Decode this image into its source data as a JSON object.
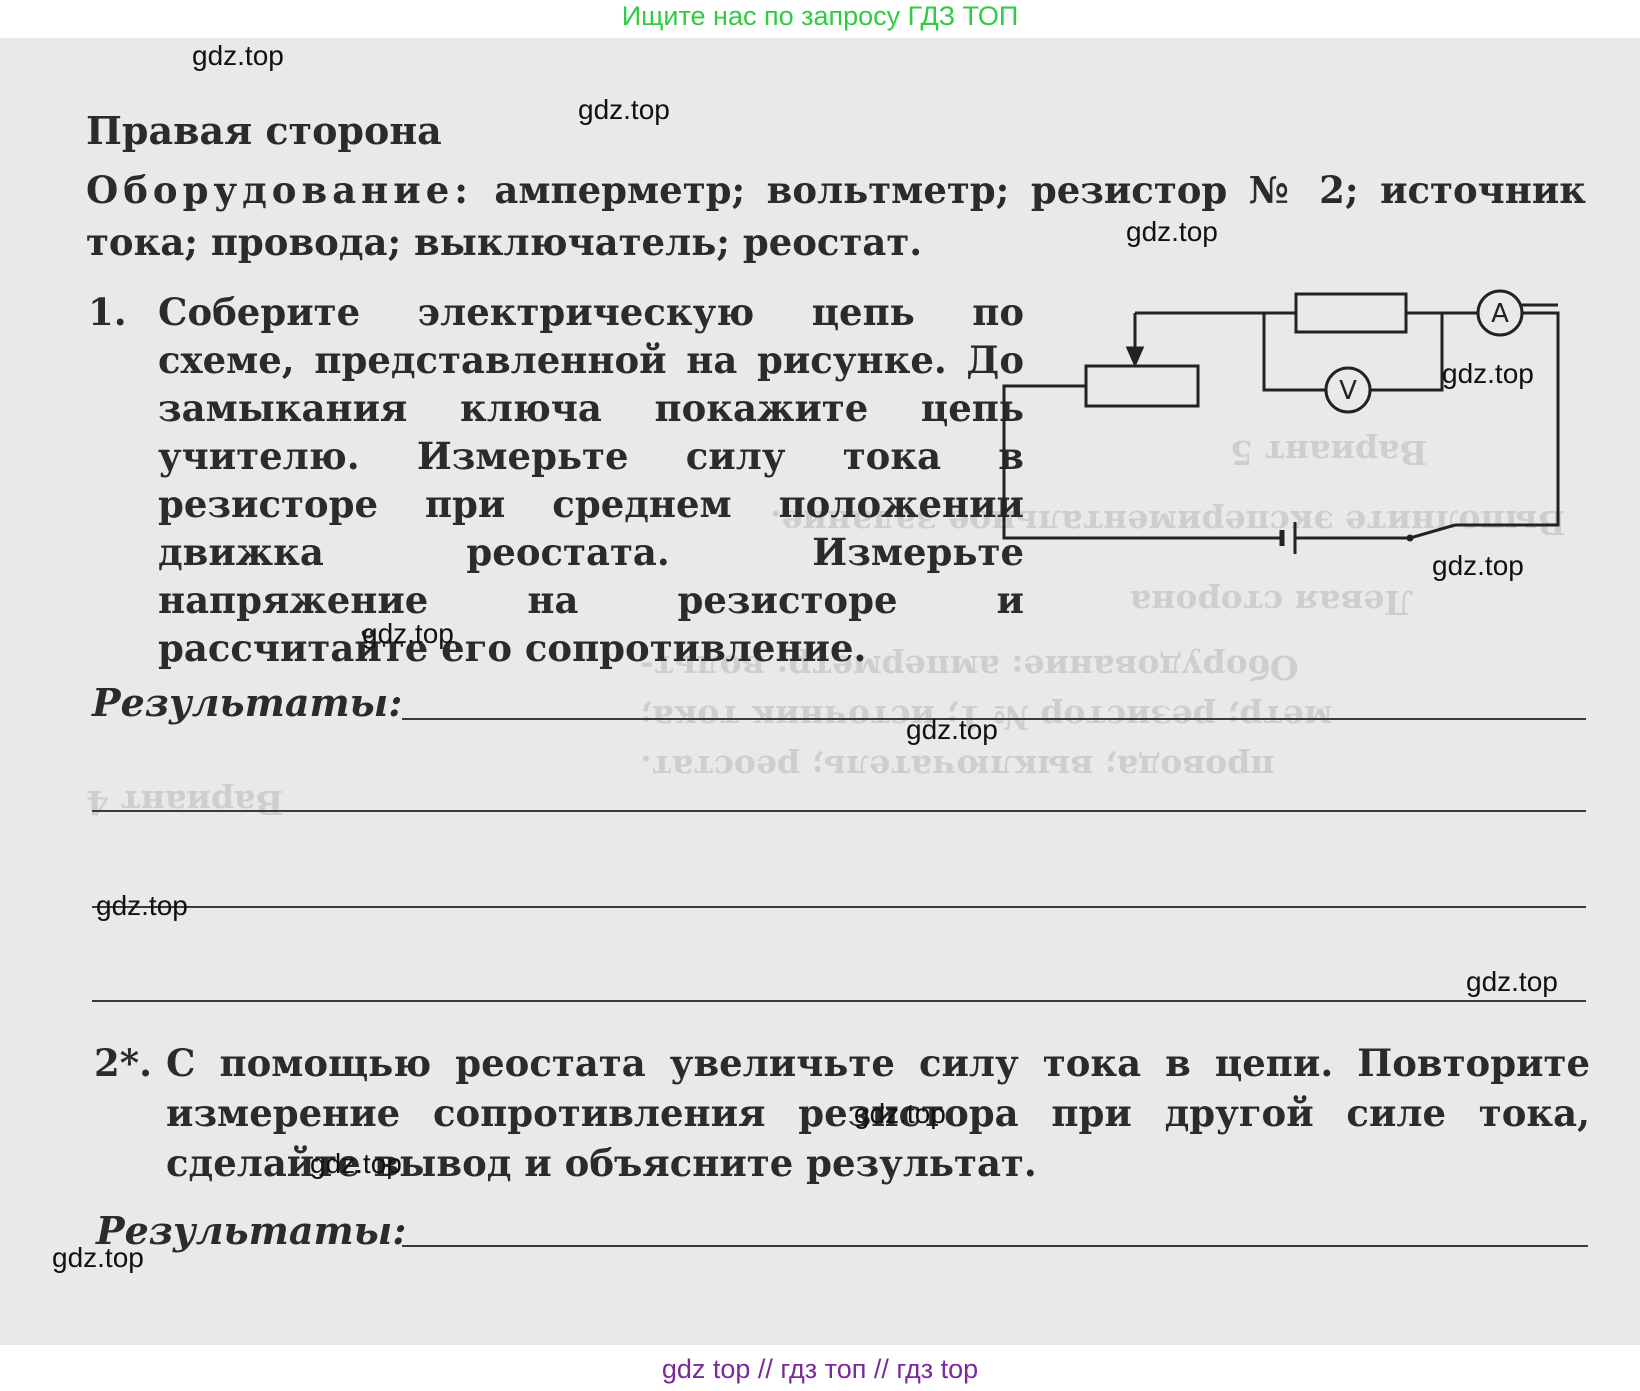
{
  "banner_top": "Ищите нас по запросу ГДЗ ТОП",
  "banner_bottom": "gdz top  //  гдз топ  //  гдз top",
  "heading": "Правая сторона",
  "equipment_label": "Оборудование:",
  "equipment_text": "амперметр; вольтметр; резистор № 2; источник тока; провода; выключатель; реостат.",
  "task1": {
    "number": "1.",
    "text": "Соберите электрическую цепь по схеме, представленной на рисунке. До замыкания ключа покажите цепь учителю. Измерьте силу тока в резисторе при среднем положении движка реостата. Измерьте напряжение на резисторе и рассчитайте его сопротивление."
  },
  "circuit": {
    "ammeter_symbol": "A",
    "voltmeter_symbol": "V"
  },
  "results_label": "Результаты:",
  "task2": {
    "number": "2*.",
    "text": "С помощью реостата увеличьте силу тока в цепи. Повторите измерение сопротивления резистора при другой силе тока, сделайте вывод и объясните результат."
  },
  "watermark": "gdz.top",
  "show_through": {
    "line1": "Вариант 5",
    "line2": "Выполните экспериментальное задание.",
    "line3": "Левая сторона",
    "line4": "Оборудование: амперметр; вольт-",
    "line5": "метр; резистор № 1; источник тока;",
    "line6": "провода; выключатель; реостат.",
    "line7": "Вариант 4"
  }
}
